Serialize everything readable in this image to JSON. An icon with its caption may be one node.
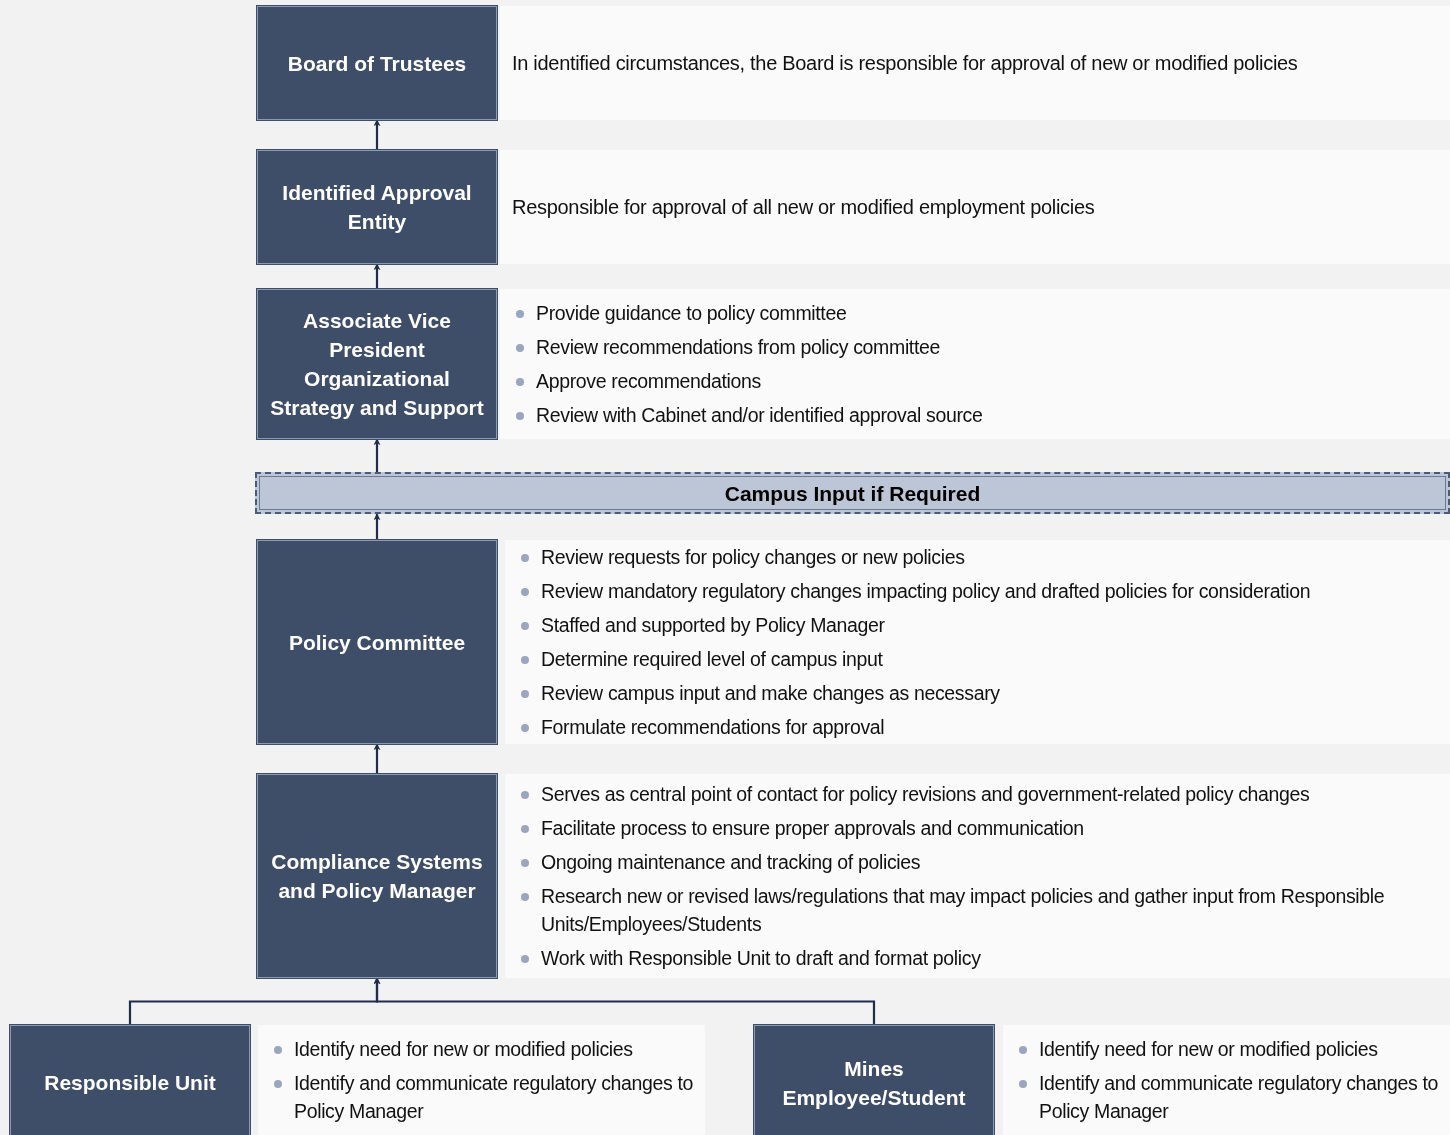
{
  "diagram": {
    "nodes": [
      {
        "text": [
          "Board of Trustees"
        ],
        "beside": [
          "In identified circumstances, the Board is responsible for approval of new or modified policies"
        ]
      },
      {
        "text": [
          "Identified Approval Entity"
        ],
        "beside": [
          "Responsible for approval of all new or modified employment policies"
        ]
      },
      {
        "text": [
          "Associate Vice President Organizational Strategy and Support"
        ],
        "beside": [
          "Provide guidance to policy committee",
          "Review recommendations from policy committee",
          "Approve recommendations",
          "Review with Cabinet and/or identified approval source"
        ]
      },
      {
        "text": [
          "Campus Input if Required"
        ]
      },
      {
        "text": [
          "Policy Committee"
        ],
        "beside": [
          "Review requests for policy changes or new policies",
          "Review mandatory regulatory changes impacting policy and drafted policies for consideration",
          "Staffed and supported by Policy Manager",
          "Determine required level of campus input",
          "Review campus input and make changes as necessary",
          "Formulate recommendations for approval"
        ]
      },
      {
        "text": [
          "Compliance Systems and Policy Manager"
        ],
        "beside": [
          "Serves as central point of contact for policy revisions and government-related policy changes",
          "Facilitate process to ensure proper approvals and communication",
          "Ongoing maintenance and tracking of policies",
          "Research new or revised laws/regulations that may impact policies and gather input from Responsible Units/Employees/Students",
          "Work with Responsible Unit to draft and format policy"
        ]
      },
      {
        "text": [
          "Responsible Unit"
        ],
        "beside": [
          "Identify need for new or modified policies",
          "Identify and communicate regulatory changes to Policy Manager"
        ]
      },
      {
        "text": [
          "Mines Employee/Student"
        ],
        "beside": [
          "Identify need for new or modified policies",
          "Identify and communicate regulatory changes to Policy Manager"
        ]
      }
    ],
    "edges": [
      {
        "from": 1,
        "to": 0,
        "arrow": "to"
      },
      {
        "from": 2,
        "to": 1,
        "arrow": "to"
      },
      {
        "from": 3,
        "to": 2,
        "arrow": "to"
      },
      {
        "from": 4,
        "to": 3,
        "arrow": "to"
      },
      {
        "from": 5,
        "to": 4,
        "arrow": "to"
      },
      {
        "from": 6,
        "to": 5,
        "arrow": "to"
      },
      {
        "from": 7,
        "to": 5,
        "arrow": "to"
      }
    ]
  }
}
